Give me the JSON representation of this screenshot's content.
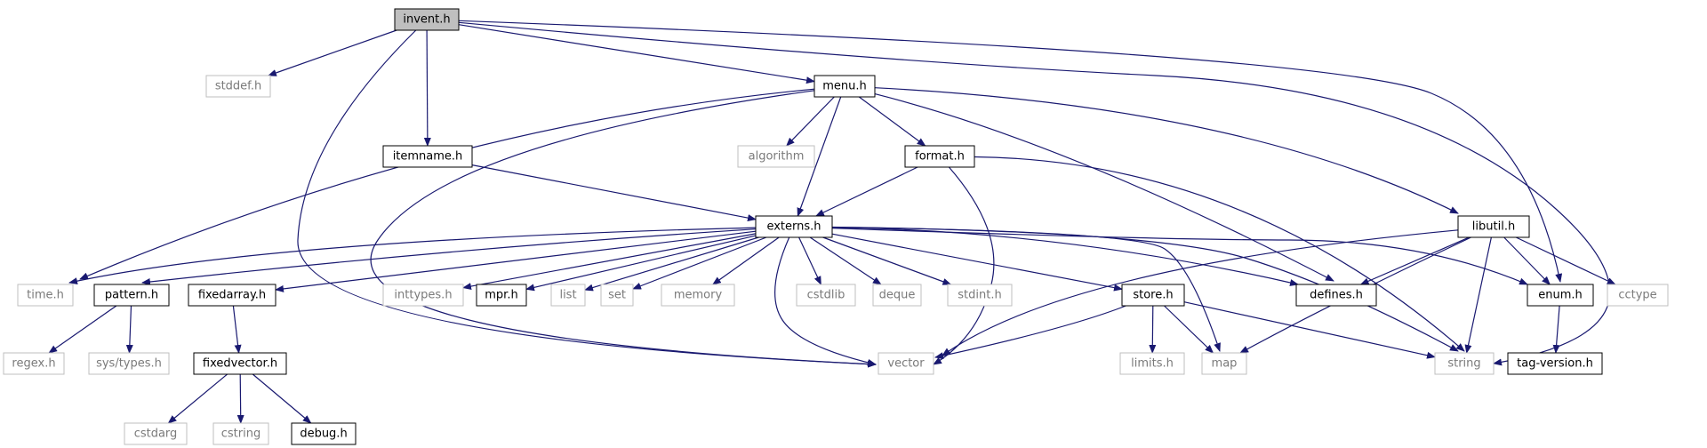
{
  "title": "invent.h",
  "colors": {
    "edge": "#191970",
    "root_fill": "#bfbfbf",
    "node_border": "#000000",
    "external_border": "#bfbfbf",
    "external_text": "#7a7a7a"
  },
  "nodes": [
    {
      "id": "invent",
      "label": "invent.h",
      "kind": "root"
    },
    {
      "id": "stddef",
      "label": "stddef.h",
      "kind": "external"
    },
    {
      "id": "menu",
      "label": "menu.h",
      "kind": "file"
    },
    {
      "id": "itemname",
      "label": "itemname.h",
      "kind": "file"
    },
    {
      "id": "algorithm",
      "label": "algorithm",
      "kind": "external"
    },
    {
      "id": "format",
      "label": "format.h",
      "kind": "file"
    },
    {
      "id": "externs",
      "label": "externs.h",
      "kind": "file"
    },
    {
      "id": "libutil",
      "label": "libutil.h",
      "kind": "file"
    },
    {
      "id": "time",
      "label": "time.h",
      "kind": "external"
    },
    {
      "id": "pattern",
      "label": "pattern.h",
      "kind": "file"
    },
    {
      "id": "fixedarray",
      "label": "fixedarray.h",
      "kind": "file"
    },
    {
      "id": "inttypes",
      "label": "inttypes.h",
      "kind": "external"
    },
    {
      "id": "mpr",
      "label": "mpr.h",
      "kind": "file"
    },
    {
      "id": "list",
      "label": "list",
      "kind": "external"
    },
    {
      "id": "set",
      "label": "set",
      "kind": "external"
    },
    {
      "id": "memory",
      "label": "memory",
      "kind": "external"
    },
    {
      "id": "cstdlib",
      "label": "cstdlib",
      "kind": "external"
    },
    {
      "id": "deque",
      "label": "deque",
      "kind": "external"
    },
    {
      "id": "stdint",
      "label": "stdint.h",
      "kind": "external"
    },
    {
      "id": "store",
      "label": "store.h",
      "kind": "file"
    },
    {
      "id": "defines",
      "label": "defines.h",
      "kind": "file"
    },
    {
      "id": "enum",
      "label": "enum.h",
      "kind": "file"
    },
    {
      "id": "cctype",
      "label": "cctype",
      "kind": "external"
    },
    {
      "id": "regex",
      "label": "regex.h",
      "kind": "external"
    },
    {
      "id": "systypes",
      "label": "sys/types.h",
      "kind": "external"
    },
    {
      "id": "fixedvector",
      "label": "fixedvector.h",
      "kind": "file"
    },
    {
      "id": "vector",
      "label": "vector",
      "kind": "external"
    },
    {
      "id": "limits",
      "label": "limits.h",
      "kind": "external"
    },
    {
      "id": "map",
      "label": "map",
      "kind": "external"
    },
    {
      "id": "string",
      "label": "string",
      "kind": "external"
    },
    {
      "id": "tagversion",
      "label": "tag-version.h",
      "kind": "file"
    },
    {
      "id": "cstdarg",
      "label": "cstdarg",
      "kind": "external"
    },
    {
      "id": "cstring",
      "label": "cstring",
      "kind": "external"
    },
    {
      "id": "debug",
      "label": "debug.h",
      "kind": "file"
    }
  ],
  "edges": [
    [
      "invent",
      "stddef"
    ],
    [
      "invent",
      "menu"
    ],
    [
      "invent",
      "itemname"
    ],
    [
      "invent",
      "vector"
    ],
    [
      "invent",
      "enum"
    ],
    [
      "invent",
      "string"
    ],
    [
      "menu",
      "time"
    ],
    [
      "menu",
      "algorithm"
    ],
    [
      "menu",
      "format"
    ],
    [
      "menu",
      "externs"
    ],
    [
      "menu",
      "vector"
    ],
    [
      "menu",
      "defines"
    ],
    [
      "menu",
      "libutil"
    ],
    [
      "itemname",
      "externs"
    ],
    [
      "format",
      "externs"
    ],
    [
      "format",
      "vector"
    ],
    [
      "format",
      "string"
    ],
    [
      "externs",
      "time"
    ],
    [
      "externs",
      "pattern"
    ],
    [
      "externs",
      "fixedarray"
    ],
    [
      "externs",
      "inttypes"
    ],
    [
      "externs",
      "mpr"
    ],
    [
      "externs",
      "list"
    ],
    [
      "externs",
      "set"
    ],
    [
      "externs",
      "memory"
    ],
    [
      "externs",
      "cstdlib"
    ],
    [
      "externs",
      "deque"
    ],
    [
      "externs",
      "stdint"
    ],
    [
      "externs",
      "store"
    ],
    [
      "externs",
      "defines"
    ],
    [
      "externs",
      "enum"
    ],
    [
      "externs",
      "vector"
    ],
    [
      "externs",
      "map"
    ],
    [
      "externs",
      "string"
    ],
    [
      "libutil",
      "defines"
    ],
    [
      "libutil",
      "enum"
    ],
    [
      "libutil",
      "cctype"
    ],
    [
      "libutil",
      "vector"
    ],
    [
      "libutil",
      "map"
    ],
    [
      "libutil",
      "string"
    ],
    [
      "pattern",
      "regex"
    ],
    [
      "pattern",
      "systypes"
    ],
    [
      "fixedarray",
      "fixedvector"
    ],
    [
      "fixedvector",
      "cstdarg"
    ],
    [
      "fixedvector",
      "cstring"
    ],
    [
      "fixedvector",
      "debug"
    ],
    [
      "store",
      "vector"
    ],
    [
      "store",
      "limits"
    ],
    [
      "store",
      "map"
    ],
    [
      "store",
      "string"
    ],
    [
      "enum",
      "tagversion"
    ]
  ]
}
